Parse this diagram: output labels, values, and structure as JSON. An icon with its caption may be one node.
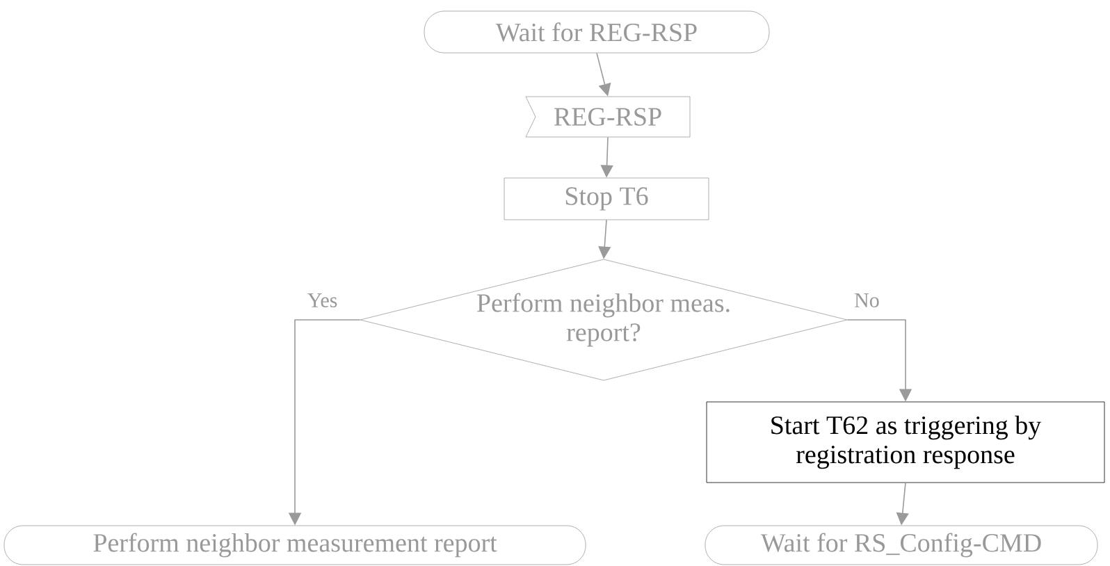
{
  "diagram": {
    "nodes": [
      {
        "text": [
          "Wait for REG-RSP"
        ]
      },
      {
        "text": [
          "REG-RSP"
        ]
      },
      {
        "text": [
          "Stop T6"
        ]
      },
      {
        "text": [
          "Perform neighbor meas. report?"
        ]
      },
      {
        "text": [
          "Start T62 as triggering by registration response"
        ]
      },
      {
        "text": [
          "Perform neighbor measurement report"
        ]
      },
      {
        "text": [
          "Wait for RS_Config-CMD"
        ]
      }
    ],
    "edges": [
      {
        "from": 0,
        "to": 1,
        "arrow": "to"
      },
      {
        "from": 1,
        "to": 2,
        "arrow": "to"
      },
      {
        "from": 2,
        "to": 3,
        "arrow": "to"
      },
      {
        "from": 3,
        "to": 5,
        "arrow": "to",
        "label": "Yes"
      },
      {
        "from": 3,
        "to": 4,
        "arrow": "to",
        "label": "No"
      },
      {
        "from": 4,
        "to": 6,
        "arrow": "to"
      }
    ]
  }
}
